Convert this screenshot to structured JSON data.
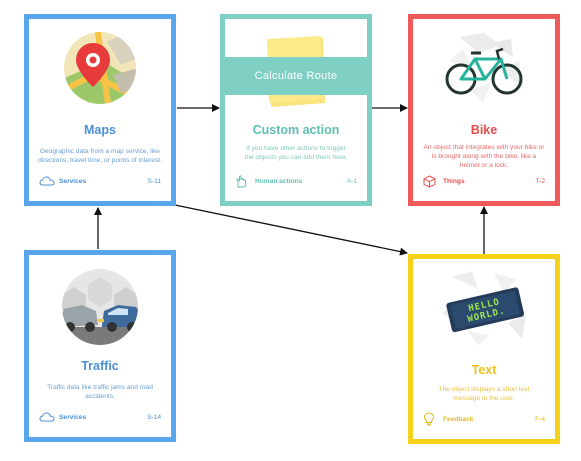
{
  "cards": {
    "maps": {
      "title": "Maps",
      "description": "Geographic data from a map service, like directions, travel time, or points of interest.",
      "category": "Services",
      "code": "S-11",
      "color": "#5aa6ee"
    },
    "custom_action": {
      "title": "Custom action",
      "banner": "Calculate Route",
      "description": "If you have other actions to trigger the objects you can add them here.",
      "category": "Human actions",
      "code": "A-1",
      "color": "#80cfc4"
    },
    "bike": {
      "title": "Bike",
      "description": "An object that integrates with your bike or is brought along with the bike, like a helmet or a lock.",
      "category": "Things",
      "code": "T-2",
      "color": "#ee5a59"
    },
    "traffic": {
      "title": "Traffic",
      "description": "Traffic data like traffic jams and road accidents.",
      "category": "Services",
      "code": "S-14",
      "color": "#5aa6ee"
    },
    "text": {
      "title": "Text",
      "description": "The object displays a short text message to the user.",
      "category": "Feedback",
      "code": "F-4",
      "color": "#f5d11a",
      "display_text": "HELLO WORLD."
    }
  },
  "arrows": [
    {
      "from": "maps",
      "to": "custom_action"
    },
    {
      "from": "custom_action",
      "to": "bike"
    },
    {
      "from": "traffic",
      "to": "maps"
    },
    {
      "from": "maps",
      "to": "text"
    },
    {
      "from": "text",
      "to": "bike"
    }
  ]
}
